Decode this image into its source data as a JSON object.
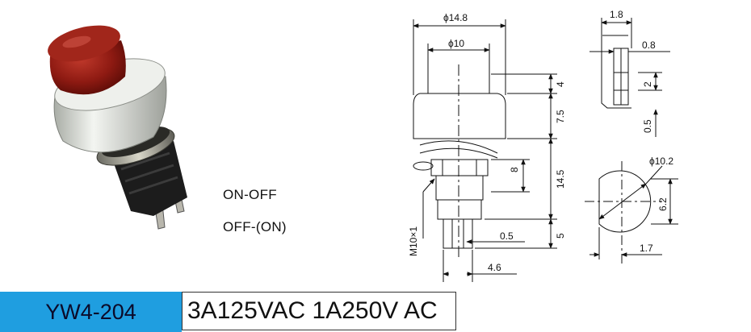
{
  "modes": {
    "line1": "ON-OFF",
    "line2": "OFF-(ON)"
  },
  "model": "YW4-204",
  "rating": "3A125VAC 1A250V AC",
  "colors": {
    "model_bg": "#1f9ee0",
    "button_cap": "#8e1a12",
    "switch_body": "#e4e7e2",
    "base": "#1c1c1c"
  },
  "dimensions": {
    "outer_diameter": "ϕ14.8",
    "cap_diameter": "ϕ10",
    "cap_height": "4",
    "body_height": "7.5",
    "nut_height": "8",
    "thread_length": "14.5",
    "thread": "M10×1",
    "terminal_thickness": "0.5",
    "terminal_length": "5",
    "terminal_width": "4.6",
    "side_width": "1.8",
    "side_gap": "0.8",
    "side_height": "2",
    "side_thickness": "0.5",
    "panel_hole": "ϕ10.2",
    "flat_height": "6.2",
    "flat_offset": "1.7"
  }
}
